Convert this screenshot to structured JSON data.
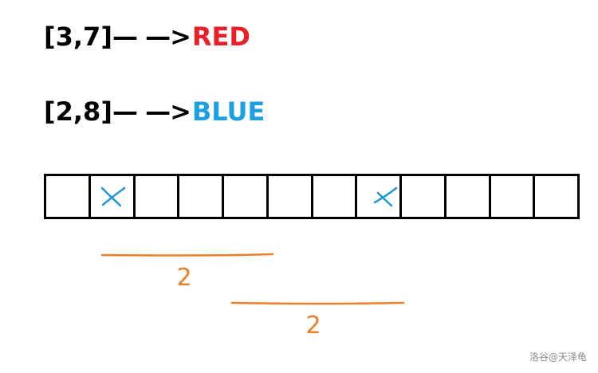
{
  "rules": [
    {
      "interval": "[3,7]",
      "arrow": "— —>",
      "color_name": "RED",
      "color_hex": "#e8202a"
    },
    {
      "interval": "[2,8]",
      "arrow": "— —>",
      "color_name": "BLUE",
      "color_hex": "#1ba1e2"
    }
  ],
  "cells": {
    "count": 12,
    "marked_indices": [
      1,
      7
    ]
  },
  "marks": {
    "cross_color": "#2196d3",
    "stroke_color": "#ee7d24",
    "gap_label": "2"
  },
  "watermark": "洛谷@天泽龟"
}
